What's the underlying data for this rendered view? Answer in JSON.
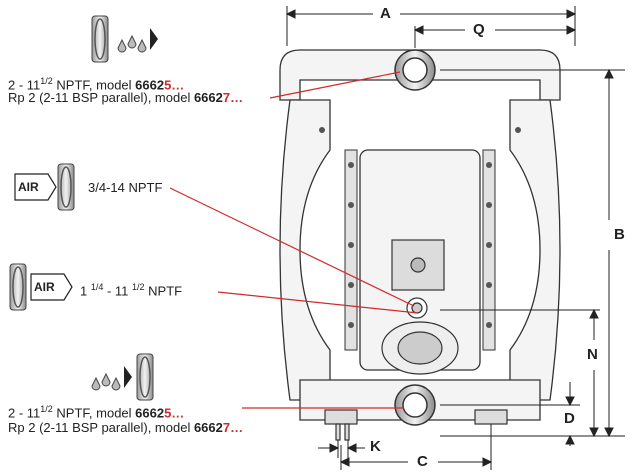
{
  "labels": {
    "fluid_top": {
      "line1_pre": "2 - 11",
      "line1_frac": "1/2",
      "line1_mid": " NPTF, model ",
      "line1_model": "6662",
      "line1_red": "5…",
      "line2_pre": "Rp 2 (2-11 BSP parallel), model ",
      "line2_model": "6662",
      "line2_red": "7…"
    },
    "air_inlet": {
      "tag": "AIR",
      "text": "3/4-14 NPTF"
    },
    "air_exhaust": {
      "tag": "AIR",
      "pre": "1 ",
      "frac1": "1/4",
      "mid": " - 11 ",
      "frac2": "1/2",
      "post": " NPTF"
    },
    "fluid_bottom": {
      "line1_pre": "2 - 11",
      "line1_frac": "1/2",
      "line1_mid": " NPTF, model ",
      "line1_model": "6662",
      "line1_red": "5…",
      "line2_pre": "Rp 2 (2-11 BSP parallel), model ",
      "line2_model": "6662",
      "line2_red": "7…"
    }
  },
  "dimensions": {
    "A": "A",
    "Q": "Q",
    "B": "B",
    "N": "N",
    "D": "D",
    "K": "K",
    "C": "C"
  },
  "icons": [
    "fitting-icon",
    "fluid-drops-icon",
    "air-arrow-icon",
    "direction-arrow-icon"
  ],
  "colors": {
    "leader": "#d02a2a",
    "accent": "#d02a2a",
    "line": "#222222"
  }
}
